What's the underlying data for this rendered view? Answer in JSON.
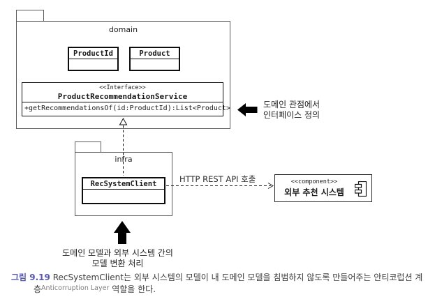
{
  "diagram": {
    "domain_package": {
      "name": "domain",
      "classes": [
        {
          "name": "ProductId"
        },
        {
          "name": "Product"
        }
      ],
      "interface": {
        "stereotype": "<<Interface>>",
        "name": "ProductRecommendationService",
        "operation": "+getRecommendationsOf(id:ProductId):List<Product>"
      }
    },
    "infra_package": {
      "name": "infra",
      "classes": [
        {
          "name": "RecSystemClient"
        }
      ]
    },
    "external_component": {
      "stereotype": "<<component>>",
      "name": "외부 추천 시스템"
    },
    "edges": {
      "rest_call_label": "HTTP REST API 호출"
    },
    "annotations": {
      "interface_note_line1": "도메인 관점에서",
      "interface_note_line2": "인터페이스 정의",
      "client_note_line1": "도메인 모델과 외부 시스템 간의",
      "client_note_line2": "모델 변환 처리"
    }
  },
  "caption": {
    "figure_label": "그림 9.19",
    "line1": "RecSystemClient는 외부 시스템의 모델이 내 도메인 모델을 침범하지 않도록 만들어주는 안티코럽션 계",
    "line2_prefix": "층",
    "line2_annotation": "Anticorruption Layer",
    "line2_suffix": " 역할을 한다."
  },
  "colors": {
    "figure_label": "#5557b0",
    "line": "#0d0d0d",
    "caption_text": "#3d3d3d"
  }
}
